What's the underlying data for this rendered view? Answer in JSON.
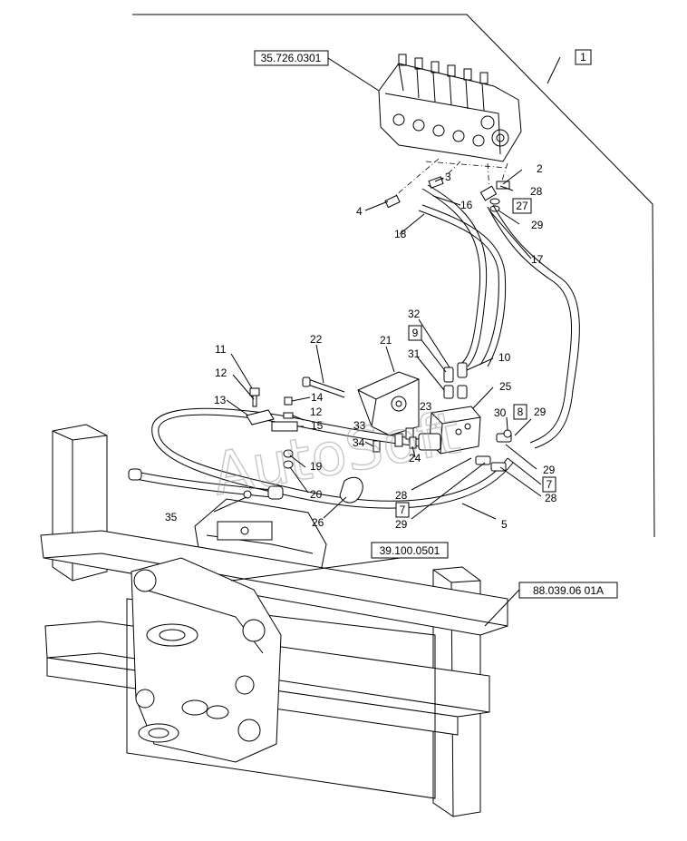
{
  "references": {
    "valve_block": "35.726.0301",
    "bracket": "39.100.0501",
    "frame": "88.039.06 01A"
  },
  "boxed_callouts": {
    "one": "1",
    "twenty_seven": "27",
    "nine": "9",
    "eight": "8",
    "seven_a": "7",
    "seven_b": "7"
  },
  "callouts": {
    "n2": "2",
    "n3": "3",
    "n4": "4",
    "n5": "5",
    "n10": "10",
    "n11": "11",
    "n12a": "12",
    "n12b": "12",
    "n13": "13",
    "n14": "14",
    "n15": "15",
    "n16": "16",
    "n17": "17",
    "n18": "18",
    "n19": "19",
    "n20": "20",
    "n21": "21",
    "n22": "22",
    "n23": "23",
    "n24": "24",
    "n25": "25",
    "n26": "26",
    "n28a": "28",
    "n28b": "28",
    "n28c": "28",
    "n29a": "29",
    "n29b": "29",
    "n29c": "29",
    "n29d": "29",
    "n30": "30",
    "n31": "31",
    "n32": "32",
    "n33": "33",
    "n34": "34",
    "n35": "35"
  },
  "watermark": "AutoSoft"
}
